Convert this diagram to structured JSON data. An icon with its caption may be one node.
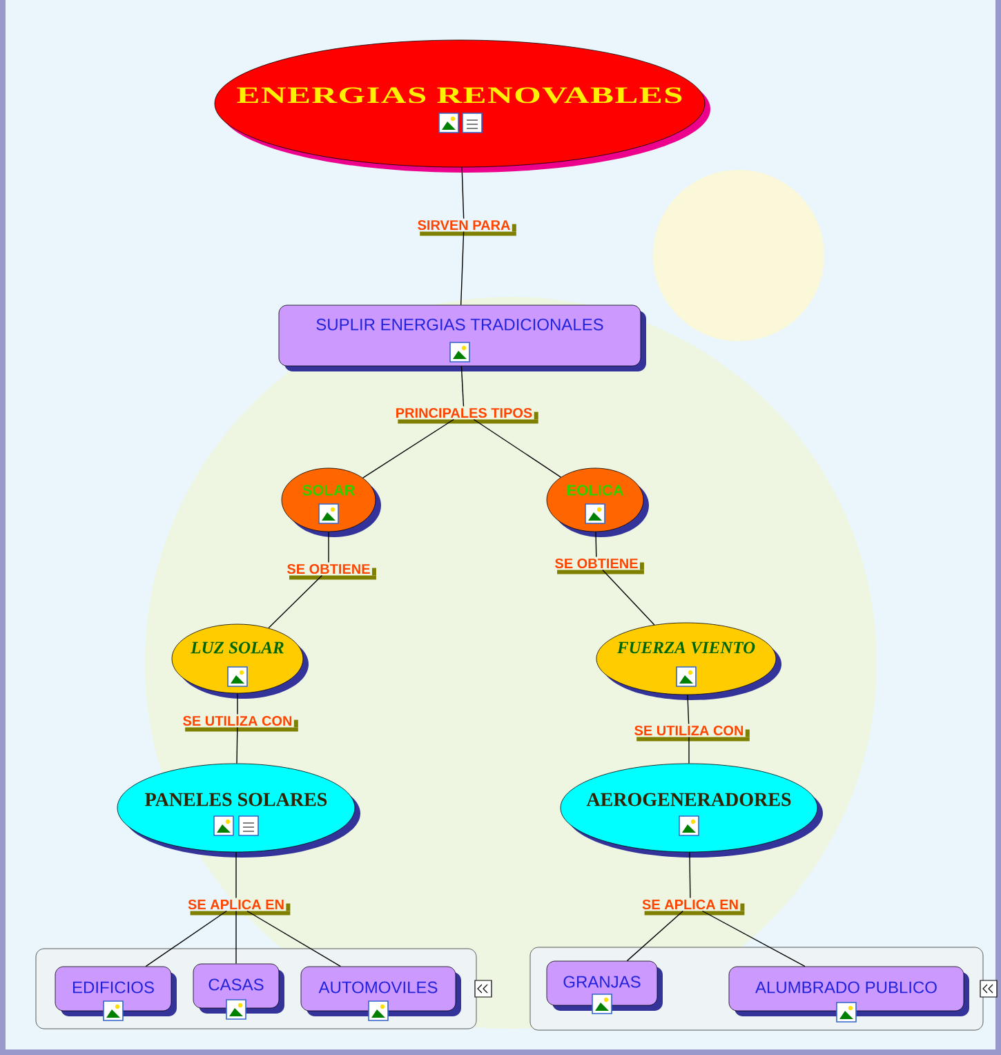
{
  "diagram": {
    "nodes": [
      {
        "text": [
          "ENERGIAS RENOVABLES"
        ]
      },
      {
        "text": [
          "SIRVEN PARA"
        ]
      },
      {
        "text": [
          "SUPLIR ENERGIAS TRADICIONALES"
        ]
      },
      {
        "text": [
          "PRINCIPALES TIPOS"
        ]
      },
      {
        "text": [
          "SOLAR"
        ]
      },
      {
        "text": [
          "EOLICA"
        ]
      },
      {
        "text": [
          "SE OBTIENE"
        ]
      },
      {
        "text": [
          "SE OBTIENE"
        ]
      },
      {
        "text": [
          "LUZ SOLAR"
        ]
      },
      {
        "text": [
          "FUERZA VIENTO"
        ]
      },
      {
        "text": [
          "SE UTILIZA CON"
        ]
      },
      {
        "text": [
          "SE UTILIZA CON"
        ]
      },
      {
        "text": [
          "PANELES SOLARES"
        ]
      },
      {
        "text": [
          "AEROGENERADORES"
        ]
      },
      {
        "text": [
          "SE APLICA EN"
        ]
      },
      {
        "text": [
          "SE APLICA EN"
        ]
      },
      {
        "text": [],
        "shape": "box"
      },
      {
        "text": [
          "EDIFICIOS"
        ],
        "in": 16
      },
      {
        "text": [
          "CASAS"
        ],
        "in": 16
      },
      {
        "text": [
          "AUTOMOVILES"
        ],
        "in": 16
      },
      {
        "text": [],
        "shape": "box"
      },
      {
        "text": [
          "GRANJAS"
        ],
        "in": 20
      },
      {
        "text": [
          "ALUMBRADO PUBLICO"
        ],
        "in": 20
      }
    ],
    "edges": [
      {
        "from": 0,
        "to": 1,
        "arrow": "none"
      },
      {
        "from": 1,
        "to": 2,
        "arrow": "none"
      },
      {
        "from": 2,
        "to": 3,
        "arrow": "none"
      },
      {
        "from": 3,
        "to": 4,
        "arrow": "none"
      },
      {
        "from": 3,
        "to": 5,
        "arrow": "none"
      },
      {
        "from": 4,
        "to": 6,
        "arrow": "none"
      },
      {
        "from": 5,
        "to": 7,
        "arrow": "none"
      },
      {
        "from": 6,
        "to": 8,
        "arrow": "none"
      },
      {
        "from": 7,
        "to": 9,
        "arrow": "none"
      },
      {
        "from": 8,
        "to": 10,
        "arrow": "none"
      },
      {
        "from": 9,
        "to": 11,
        "arrow": "none"
      },
      {
        "from": 10,
        "to": 12,
        "arrow": "none"
      },
      {
        "from": 11,
        "to": 13,
        "arrow": "none"
      },
      {
        "from": 12,
        "to": 14,
        "arrow": "none"
      },
      {
        "from": 13,
        "to": 15,
        "arrow": "none"
      },
      {
        "from": 14,
        "to": 17,
        "arrow": "none"
      },
      {
        "from": 14,
        "to": 18,
        "arrow": "none"
      },
      {
        "from": 14,
        "to": 19,
        "arrow": "none"
      },
      {
        "from": 15,
        "to": 21,
        "arrow": "none"
      },
      {
        "from": 15,
        "to": 22,
        "arrow": "none"
      }
    ]
  }
}
